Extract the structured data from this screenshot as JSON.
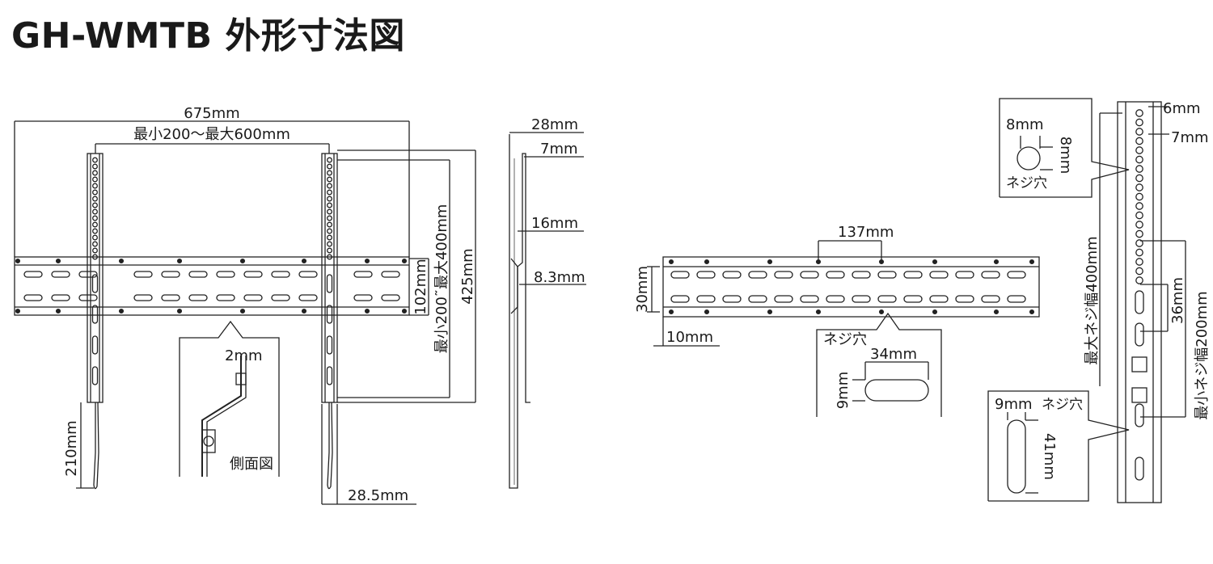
{
  "title": "GH-WMTB 外形寸法図",
  "front": {
    "width_total": "675mm",
    "width_range": "最小200～最大600mm",
    "bar_height": "102mm",
    "vertical_range": "最小200˜最大400mm",
    "height_total": "425mm",
    "cord_length": "210mm",
    "offset": "28.5mm"
  },
  "side_detail": {
    "thickness": "2mm",
    "label": "側面図"
  },
  "side_view": {
    "depth": "28mm",
    "top": "7mm",
    "mid": "16mm",
    "min": "8.3mm"
  },
  "crossbar": {
    "pitch": "137mm",
    "height": "30mm",
    "edge": "10mm",
    "screw_label": "ネジ穴",
    "slot_width": "34mm",
    "slot_height": "9mm"
  },
  "vertical_arm": {
    "top_offset": "6mm",
    "pitch": "7mm",
    "hole_w": "8mm",
    "hole_h": "8mm",
    "hole_label": "ネジ穴",
    "max_label": "最大ネジ幅400mm",
    "min_label": "最小ネジ幅200mm",
    "slot_pitch": "36mm",
    "slot_w": "9mm",
    "slot_label": "ネジ穴",
    "slot_len": "41mm"
  }
}
